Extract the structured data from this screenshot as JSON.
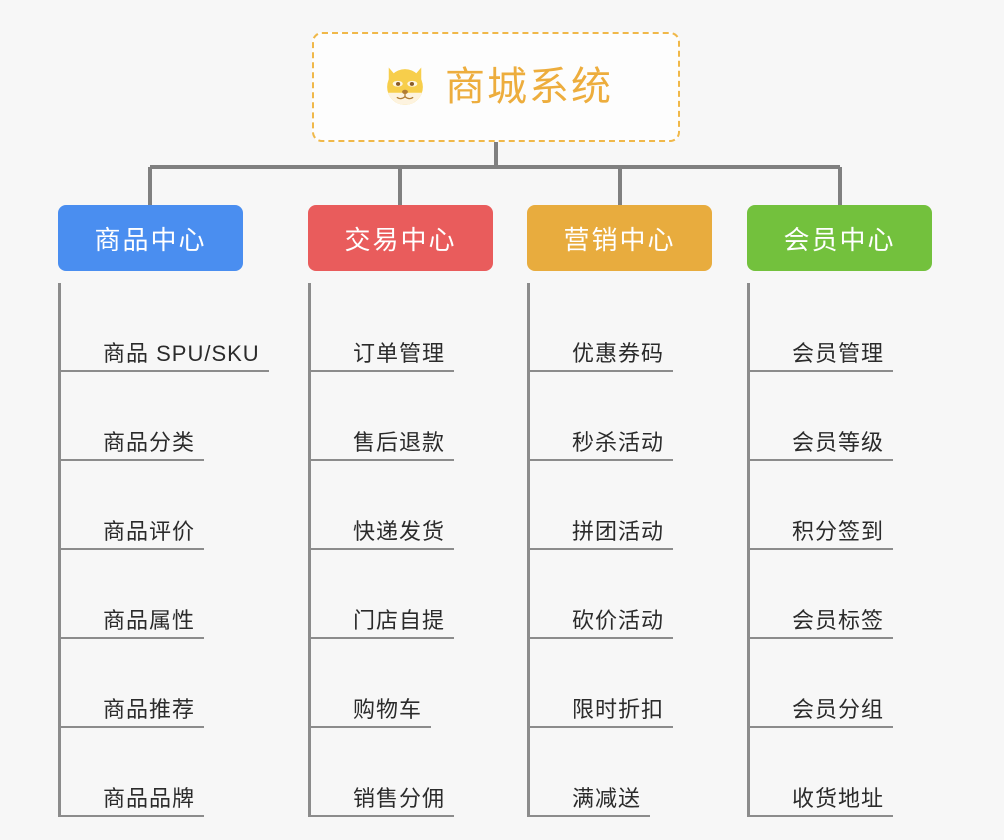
{
  "canvas": {
    "background": "#f7f7f7",
    "connector_color": "#808080"
  },
  "root": {
    "icon": "dog-face-emoji",
    "title": "商城系统",
    "text_color": "#edad3d",
    "border_color": "#f0b849",
    "background": "#fdfdfd"
  },
  "categories": [
    {
      "label": "商品中心",
      "color": "#4a8ef0",
      "items": [
        "商品 SPU/SKU",
        "商品分类",
        "商品评价",
        "商品属性",
        "商品推荐",
        "商品品牌"
      ]
    },
    {
      "label": "交易中心",
      "color": "#e95c5c",
      "items": [
        "订单管理",
        "售后退款",
        "快递发货",
        "门店自提",
        "购物车",
        "销售分佣"
      ]
    },
    {
      "label": "营销中心",
      "color": "#e8ac3e",
      "items": [
        "优惠券码",
        "秒杀活动",
        "拼团活动",
        "砍价活动",
        "限时折扣",
        "满减送"
      ]
    },
    {
      "label": "会员中心",
      "color": "#73c13d",
      "items": [
        "会员管理",
        "会员等级",
        "积分签到",
        "会员标签",
        "会员分组",
        "收货地址"
      ]
    }
  ]
}
